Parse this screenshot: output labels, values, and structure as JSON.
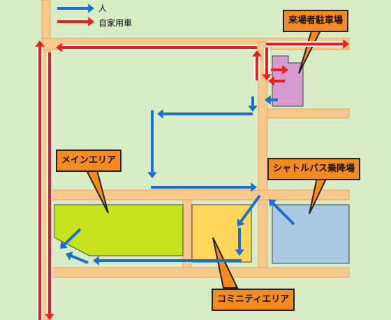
{
  "legend": {
    "walk": {
      "label": "人",
      "color": "#1a6fd1"
    },
    "car": {
      "label": "自家用車",
      "color": "#ee1c1c"
    }
  },
  "areas": {
    "parking": {
      "label": "来場者駐車場",
      "color": "#d79ad1"
    },
    "main": {
      "label": "メインエリア",
      "color": "#c7e31e"
    },
    "community": {
      "label": "コミニティエリア",
      "color": "#ffd55a"
    },
    "bus": {
      "label": "シャトルバス乗降場",
      "color": "#a9c9e2"
    }
  },
  "colors": {
    "background": "#d8edc6",
    "road": "#f8c98a",
    "road_edge": "#e0a868",
    "callout": "#f68a1f"
  }
}
